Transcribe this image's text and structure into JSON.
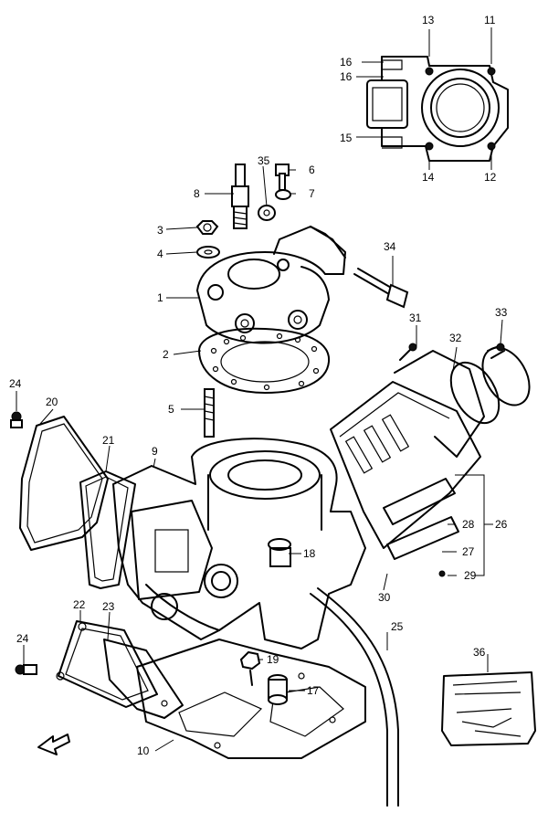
{
  "diagram": {
    "callouts": {
      "c1": "1",
      "c2": "2",
      "c3": "3",
      "c4": "4",
      "c5": "5",
      "c6": "6",
      "c7": "7",
      "c8": "8",
      "c9": "9",
      "c10": "10",
      "c11": "11",
      "c12": "12",
      "c13": "13",
      "c14": "14",
      "c15": "15",
      "c16a": "16",
      "c16b": "16",
      "c17": "17",
      "c18": "18",
      "c19": "19",
      "c20": "20",
      "c21": "21",
      "c22": "22",
      "c23": "23",
      "c24a": "24",
      "c24b": "24",
      "c25": "25",
      "c26": "26",
      "c27": "27",
      "c28": "28",
      "c29": "29",
      "c30": "30",
      "c31": "31",
      "c32": "32",
      "c33": "33",
      "c34": "34",
      "c35": "35",
      "c36": "36"
    },
    "icons": {
      "front_arrow": "front-direction-arrow-icon"
    },
    "colors": {
      "ink": "#000000",
      "paper": "#ffffff"
    }
  }
}
